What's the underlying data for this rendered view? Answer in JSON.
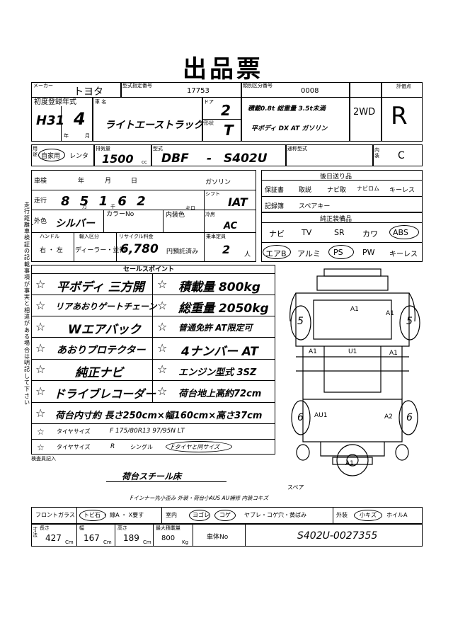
{
  "title": "出品票",
  "header": {
    "maker_label": "メーカー",
    "maker": "トヨタ",
    "type_no_label": "型式指定番号",
    "type_no": "17753",
    "class_no_label": "類別区分番号",
    "class_no": "0008",
    "score_label": "評価点",
    "score": "R",
    "drive": "2WD"
  },
  "registration": {
    "year_label": "初度登録年式",
    "era": "H31",
    "year": "4",
    "nen": "年",
    "tsuki": "月",
    "car_name_label": "車 名",
    "car_name": "ライトエーストラック",
    "doors_label": "ドア",
    "doors": "2",
    "shape_label": "形状",
    "shape": "T",
    "spec_line1": "積載0.8t 総重量 3.5t未満",
    "spec_line2": "平ボディ DX AT ガソリン"
  },
  "usage": {
    "use_label": "用途",
    "own_use": "自家用",
    "rental": "レンタ",
    "cc_label": "排気量",
    "cc": "1500",
    "cc_unit": "cc",
    "model_label": "型式",
    "model1": "DBF",
    "dash": "-",
    "model2": "S402U",
    "common_label": "通称型式",
    "interior_label": "内装",
    "interior": "C"
  },
  "details": {
    "shaken_label": "車検",
    "nen": "年",
    "tsuki": "月",
    "nichi": "日",
    "fuel": "ガソリン",
    "mileage_label": "走行",
    "mileage": "8 5 1 6 2",
    "man": "万",
    "sen": "千",
    "km": "キロ",
    "shift_label": "シフト",
    "shift": "IAT",
    "color_label": "外色",
    "color": "シルバー",
    "color_no_label": "カラーNo",
    "interior_color_label": "内装色",
    "ac_label": "冷房",
    "ac": "AC",
    "handle_label": "ハンドル",
    "handle": "右 ・ 左",
    "import_label": "輸入区分",
    "import": "ディーラー・並行",
    "recycle_label": "リサイクル料金",
    "recycle": "6,780",
    "recycle_note": "円預託済み",
    "capacity_label": "乗車定員",
    "capacity": "2",
    "persons": "人"
  },
  "later": {
    "title": "後日送り品",
    "row1": [
      "保証書",
      "取説",
      "ナビ取",
      "ナビロム",
      "キーレス"
    ],
    "row2": [
      "記録簿",
      "スペアキー"
    ]
  },
  "equipment": {
    "title": "純正装備品",
    "row1": [
      "ナビ",
      "TV",
      "SR",
      "カワ",
      "ABS"
    ],
    "row2": [
      "エアB",
      "アルミ",
      "PS",
      "PW",
      "キーレス"
    ]
  },
  "side_note": "走行距離・車検証の記載事項が事実と相違がある場合は明記して下さい",
  "sales_title": "セールスポイント",
  "sales": [
    [
      "平ボディ 三方開",
      "積載量 800kg"
    ],
    [
      "リアあおりゲートチェーン",
      "総重量 2050kg"
    ],
    [
      "Wエアバック",
      "普通免許 AT限定可"
    ],
    [
      "あおりプロテクター",
      "4ナンバー AT"
    ],
    [
      "純正ナビ",
      "エンジン型式 3SZ"
    ],
    [
      "ドライブレコーダー",
      "荷台地上高約72cm"
    ]
  ],
  "sales_wide": "荷台内寸約 長さ250cm×幅160cm×高さ37cm",
  "tire1_label": "タイヤサイズ",
  "tire1": "F  175/80R13 97/95N LT",
  "tire2_label": "タイヤサイズ",
  "tire2_r": "R",
  "tire2_single": "シングル",
  "tire2_note": "Fタイヤと同サイズ",
  "inspector_label": "検査員記入",
  "inspector_note1": "荷台スチール床",
  "inspector_note2": "Fインナー先小歪み 外装・荷台小AUS AU補修 内装コキズ",
  "diagram": {
    "marks": [
      "A1",
      "A1",
      "A1",
      "U1",
      "A1",
      "AU1",
      "A2",
      "A1",
      "5",
      "5",
      "6",
      "6"
    ],
    "spare": "スペア"
  },
  "bottom": {
    "windshield_label": "フロントガラス",
    "windshield": "トビ石 ・ 線A ・ X要す",
    "interior_label": "室内",
    "interior_opts": [
      "ヨゴレ",
      "コゲ",
      "ヤブレ・コゲ穴・黄ばみ"
    ],
    "exterior_label": "外装",
    "exterior_opts": [
      "小キズ",
      "ホイルA"
    ],
    "dim_label": "寸法",
    "length_label": "長さ",
    "length": "427",
    "width_label": "幅",
    "width": "167",
    "height_label": "高さ",
    "height": "189",
    "cm": "Cm",
    "max_label": "最大積載量",
    "max": "800",
    "kg": "Kg",
    "chassis_label": "車体No",
    "chassis": "S402U-0027355"
  }
}
